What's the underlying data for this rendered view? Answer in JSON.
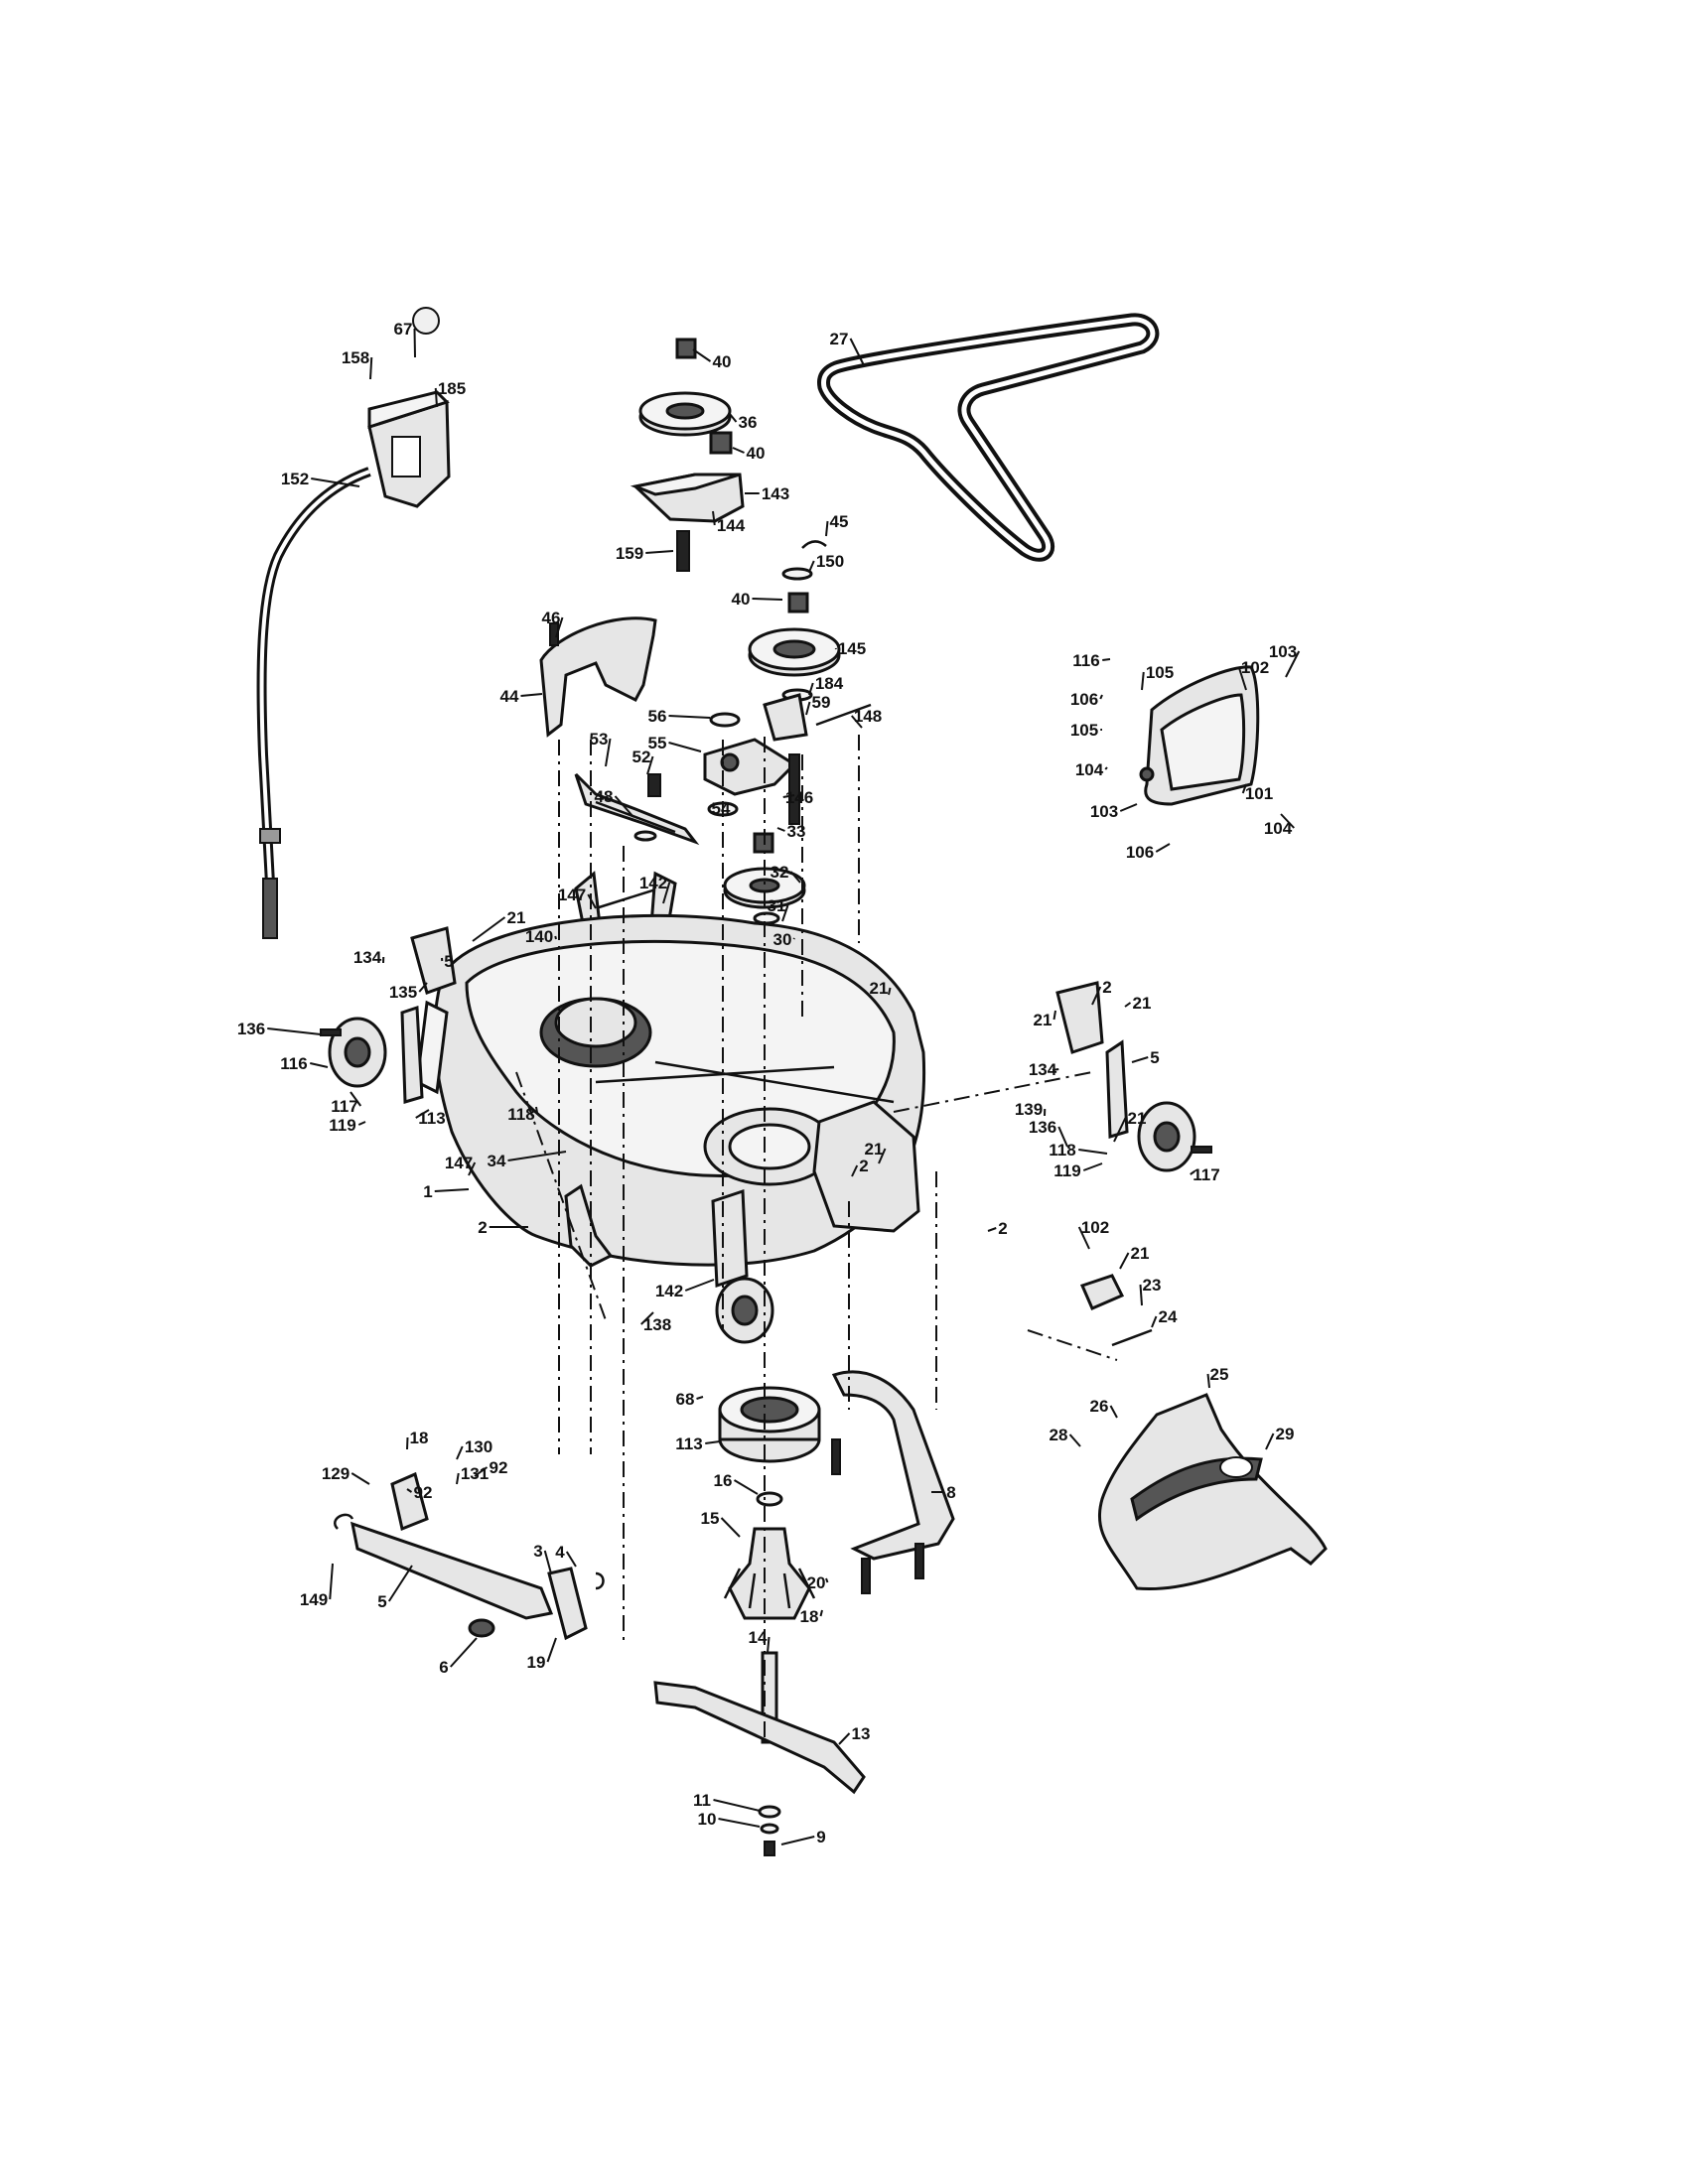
{
  "callouts": [
    "67",
    "158",
    "185",
    "152",
    "40",
    "36",
    "40",
    "143",
    "144",
    "159",
    "45",
    "150",
    "40",
    "145",
    "184",
    "59",
    "148",
    "46",
    "44",
    "56",
    "55",
    "146",
    "53",
    "52",
    "48",
    "54",
    "33",
    "32",
    "31",
    "30",
    "147",
    "142",
    "140",
    "21",
    "5",
    "134",
    "135",
    "136",
    "116",
    "117",
    "119",
    "113",
    "118",
    "34",
    "147",
    "1",
    "2",
    "142",
    "138",
    "2",
    "21",
    "21",
    "21",
    "2",
    "2",
    "21",
    "5",
    "134",
    "139",
    "21",
    "136",
    "118",
    "119",
    "117",
    "116",
    "106",
    "105",
    "102",
    "103",
    "105",
    "104",
    "103",
    "101",
    "104",
    "106",
    "102",
    "21",
    "23",
    "24",
    "25",
    "26",
    "28",
    "29",
    "27",
    "68",
    "113",
    "16",
    "15",
    "14",
    "13",
    "11",
    "10",
    "9",
    "8",
    "20",
    "18",
    "18",
    "130",
    "131",
    "129",
    "92",
    "92",
    "3",
    "4",
    "149",
    "5",
    "6",
    "19",
    "21"
  ],
  "icons": [
    "cable",
    "belt",
    "deck",
    "spindle",
    "blade",
    "wheel",
    "pulley",
    "idler-bracket",
    "belt-guard",
    "deflector",
    "spring",
    "bolt",
    "nut",
    "washer",
    "mulch-plug",
    "lift-link"
  ]
}
